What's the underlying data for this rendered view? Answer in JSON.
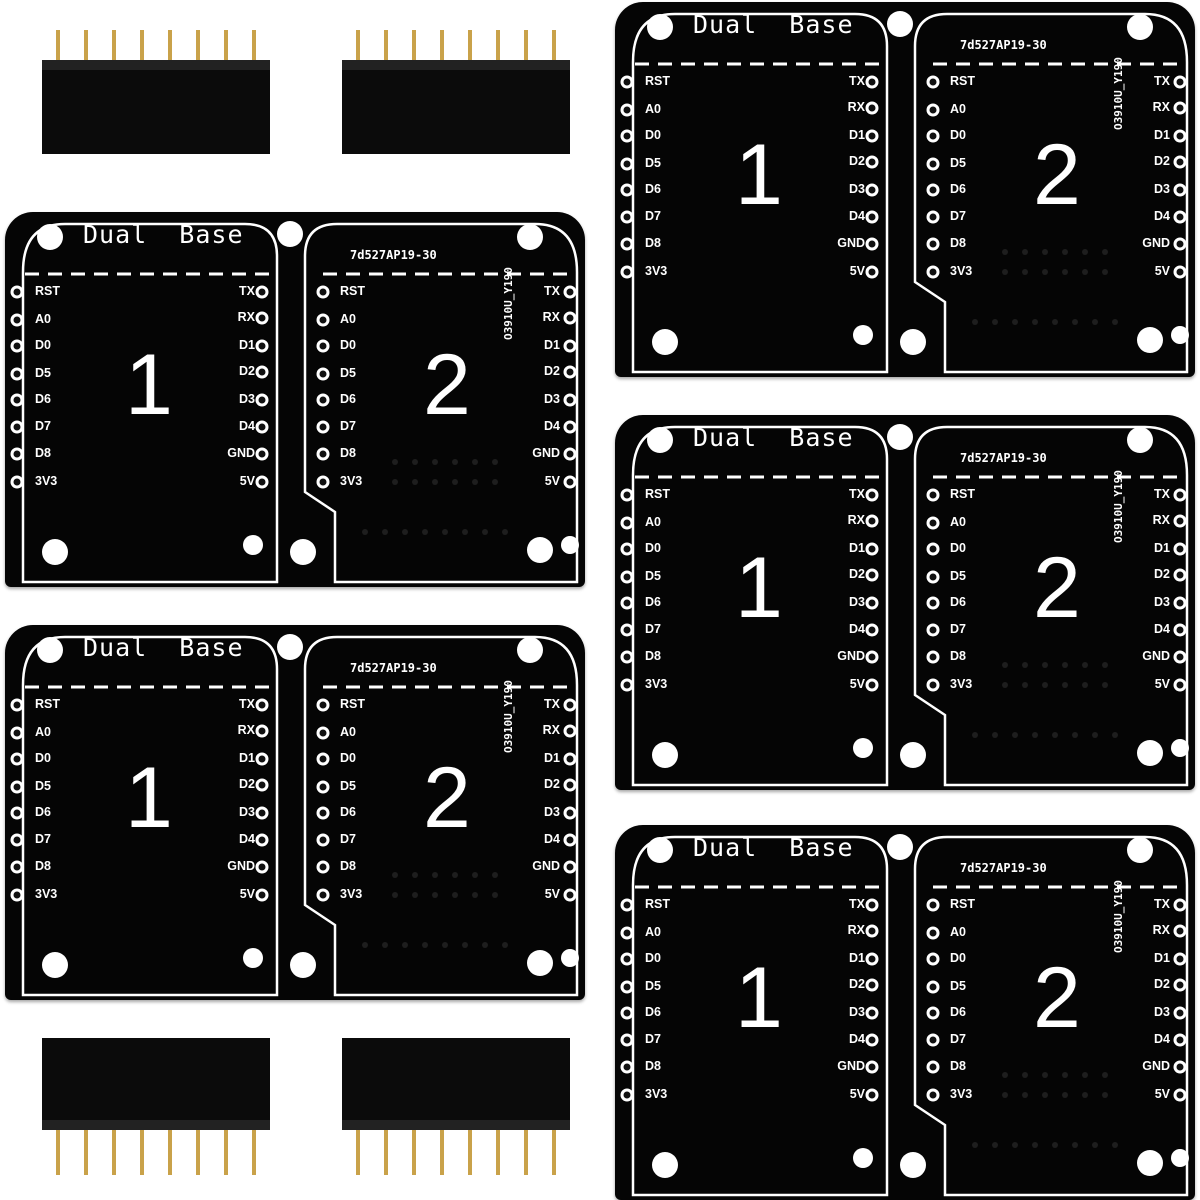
{
  "product": {
    "board_title": "Dual  Base",
    "board_code": "7d527AP19-30",
    "side_code": "O3910U_Y190",
    "slot_numbers": [
      "1",
      "2"
    ],
    "left_pins": [
      "RST",
      "A0",
      "D0",
      "D5",
      "D6",
      "D7",
      "D8",
      "3V3"
    ],
    "right_pins": [
      "TX",
      "RX",
      "D1",
      "D2",
      "D3",
      "D4",
      "GND",
      "5V"
    ]
  },
  "colors": {
    "pcb": "#050505",
    "silkscreen": "#ffffff",
    "pin_gold": "#c9a24a",
    "background": "#ffffff"
  },
  "counts": {
    "boards": 5,
    "pin_headers": 4,
    "pins_per_header": 8
  }
}
